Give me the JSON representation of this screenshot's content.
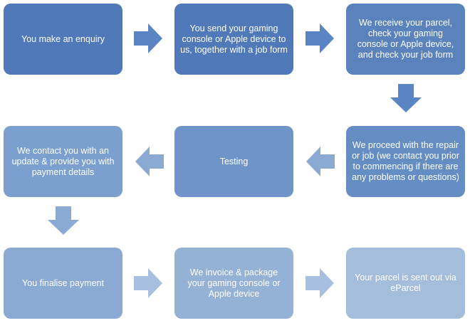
{
  "steps": [
    {
      "text": "You make an enquiry",
      "color": "#4f79b8"
    },
    {
      "text": "You send your gaming console or Apple device to us, together with a job form",
      "color": "#4f79b8"
    },
    {
      "text": "We receive your parcel, check your gaming console or Apple device, and check your job form",
      "color": "#5a83be"
    },
    {
      "text": "We proceed with the repair or job (we contact you prior to commencing if there are any problems or questions)",
      "color": "#648dc3"
    },
    {
      "text": "Testing",
      "color": "#6e94c8"
    },
    {
      "text": "We contact you with an update & provide you with payment details",
      "color": "#7b9fce"
    },
    {
      "text": "You finalise payment",
      "color": "#8aa9d3"
    },
    {
      "text": "We invoice & package your gaming console or Apple device",
      "color": "#94b1d6"
    },
    {
      "text": "Your parcel is sent out via eParcel",
      "color": "#a3bddb"
    }
  ],
  "arrow_colors": {
    "row1": "#5b85c2",
    "row2": "#8aa9d3",
    "row3": "#a8c0df"
  }
}
